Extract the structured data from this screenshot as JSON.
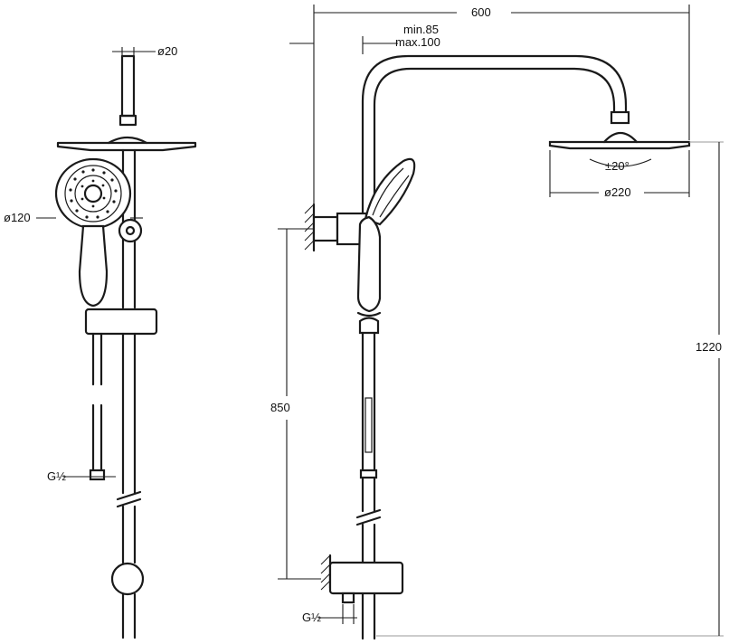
{
  "dimensions": {
    "overall_width": "600",
    "arm_min": "min.85",
    "arm_max": "max.100",
    "head_tilt": "±20°",
    "head_diameter_side": "ø220",
    "pipe_diameter": "ø20",
    "hand_shower_diameter": "ø120",
    "overall_height": "1220",
    "bar_height": "850",
    "thread_front": "G½",
    "thread_side": "G½"
  },
  "colors": {
    "line": "#1a1a1a",
    "background": "#ffffff"
  }
}
